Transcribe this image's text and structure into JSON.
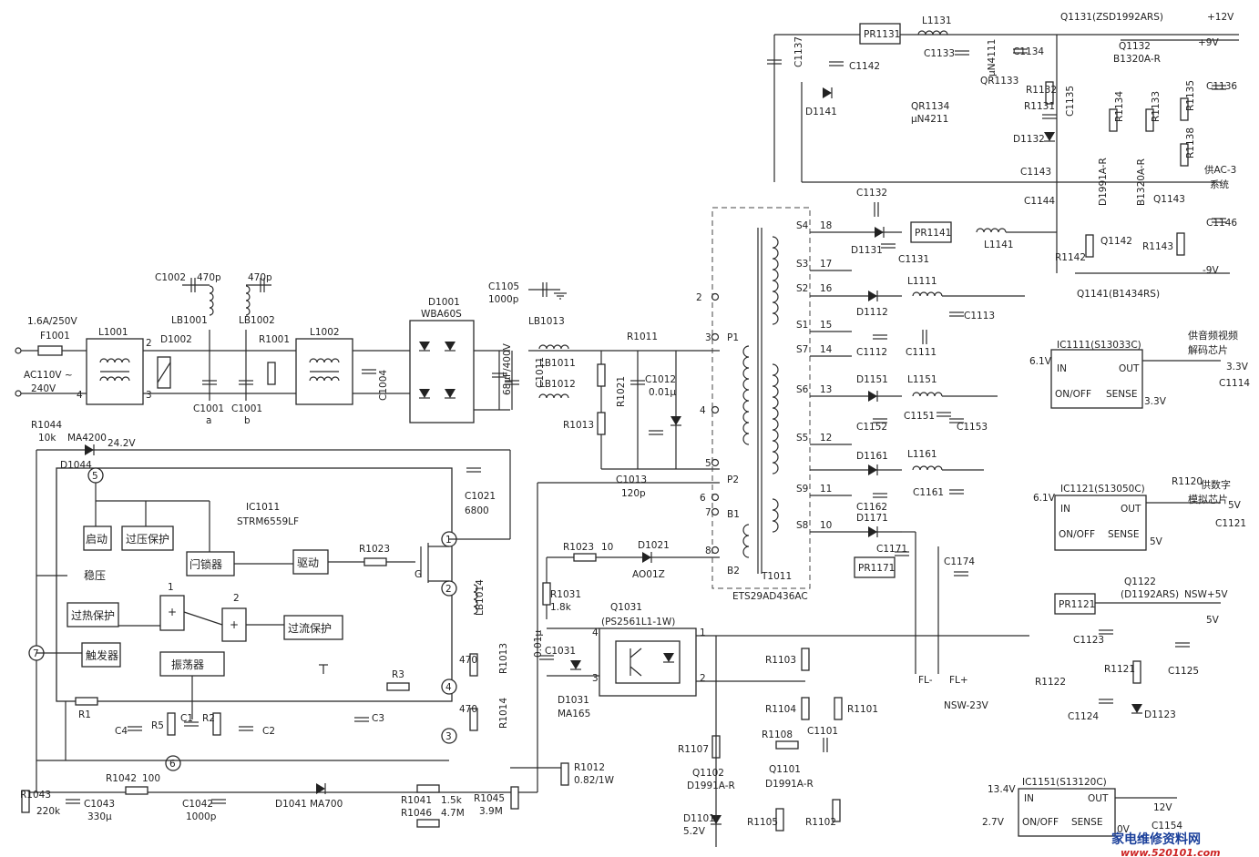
{
  "title": "",
  "watermark": {
    "brand": "家电维修资料网",
    "site": "www.520101.com"
  },
  "input": {
    "fuse": "1.6A/250V",
    "fuse_ref": "F1001",
    "ac": "AC110V ~",
    "ac2": "240V"
  },
  "ic_main": {
    "ref": "IC1011",
    "part": "STRM6559LF"
  },
  "ic_blocks": {
    "start": "启动",
    "ovp": "过压保护",
    "reg": "稳压",
    "latch": "闩锁器",
    "drive": "驱动",
    "otp": "过热保护",
    "trigger": "触发器",
    "osc": "振荡器",
    "ocp": "过流保护"
  },
  "pins": [
    "1",
    "2",
    "3",
    "4",
    "5",
    "6",
    "7"
  ],
  "transformer": {
    "ref": "T1011",
    "part": "ETS29AD436AC",
    "primary": [
      "P1",
      "P2",
      "B1",
      "B2"
    ],
    "secondary": [
      "S4",
      "S3",
      "S2",
      "S1",
      "S7",
      "S6",
      "S5",
      "S9",
      "S8"
    ],
    "pin_numbers": [
      "18",
      "17",
      "16",
      "15",
      "14",
      "13",
      "12",
      "11",
      "10",
      "3",
      "4",
      "5",
      "6",
      "7",
      "8",
      "2"
    ]
  },
  "regulators": [
    {
      "ref": "IC1111(S13033C)",
      "in": "IN",
      "out": "OUT",
      "onoff": "ON/OFF",
      "sense": "SENSE",
      "vin": "6.1V",
      "vout": "3.3V"
    },
    {
      "ref": "IC1121(S13050C)",
      "in": "IN",
      "out": "OUT",
      "onoff": "ON/OFF",
      "sense": "SENSE",
      "vin": "6.1V",
      "vout": "5V"
    },
    {
      "ref": "IC1151(S13120C)",
      "in": "IN",
      "out": "OUT",
      "onoff": "ON/OFF",
      "sense": "SENSE",
      "vin": "13.4V",
      "vctl": "2.7V",
      "vgnd": "0V",
      "vout": "12V"
    }
  ],
  "rails": [
    "+12V",
    "+9V",
    "-9V",
    "3.3V",
    "5V",
    "NSW+5V",
    "5V",
    "12V",
    "NSW-23V",
    "FL-",
    "FL+",
    "24.2V"
  ],
  "notes": {
    "supply_audio": "供音频视频",
    "supply_audio2": "解码芯片",
    "supply_ac3": "供AC-3",
    "supply_ac3b": "系统",
    "supply_dig": "供数字",
    "supply_dig2": "模拟芯片"
  },
  "components": {
    "c1002": "C1002",
    "c1002v": "470p",
    "c1001": "C1001",
    "c1001v": "470p",
    "lb1001": "LB1001",
    "lb1002": "LB1002",
    "d1002": "D1002",
    "r1001": "R1001",
    "l1001": "L1001",
    "l1002": "L1002",
    "c1004": "C1004",
    "d1001": "D1001",
    "d1001p": "WBA60S",
    "c1105": "C1105",
    "c1105v": "1000p",
    "lb1013": "LB1013",
    "lb1011": "LB1011",
    "lb1012": "LB1012",
    "c1011": "C1011",
    "cap": "68μF/400V",
    "r1011": "R1011",
    "r1021": "R1021",
    "c1012": "C1012",
    "c1012v": "0.01μ",
    "c1013": "C1013",
    "c1013v": "120p",
    "c1021": "C1021",
    "c1021v": "6800",
    "r1044": "R1044",
    "r1044v": "10k",
    "ma4200": "MA4200",
    "d1044": "D1044",
    "r1023": "R1023",
    "r1023b": "R1023",
    "r1023v": "10",
    "d1021": "D1021",
    "d1021p": "AO01Z",
    "r1031": "R1031",
    "r1031v": "1.8k",
    "q1031": "Q1031",
    "q1031p": "(PS2561L1-1W)",
    "c1031": "C1031",
    "c1031v": "0.01μ",
    "d1031": "D1031",
    "d1031p": "MA165",
    "lb1014": "LB1014",
    "r1013": "R1013",
    "r1014": "R1014",
    "v470a": "470",
    "v470b": "470",
    "r1012": "R1012",
    "r1012v": "0.82/1W",
    "r3": "R3",
    "r1": "R1",
    "r2": "R2",
    "r5": "R5",
    "c1": "C1",
    "c2": "C2",
    "c3": "C3",
    "c4": "C4",
    "r1043": "R1043",
    "r1043v": "220k",
    "c1043": "C1043",
    "c1043v": "330μ",
    "r1042": "R1042",
    "r1042v": "100",
    "c1042": "C1042",
    "c1042v": "1000p",
    "d1041": "D1041",
    "d1041p": "MA700",
    "r1041": "R1041",
    "r1041v": "1.5k",
    "r1046": "R1046",
    "r1046v": "4.7M",
    "r1045": "R1045",
    "r1045v": "3.9M",
    "r1103": "R1103",
    "r1104": "R1104",
    "r1101": "R1101",
    "r1108": "R1108",
    "c1101": "C1101",
    "q1101": "Q1101",
    "q1101p": "D1991A-R",
    "q1102": "Q1102",
    "q1102p": "D1991A-R",
    "r1107": "R1107",
    "d1101": "D1101",
    "d1101v": "5.2V",
    "r1105": "R1105",
    "r1102": "R1102",
    "c1137": "C1137",
    "c1142": "C1142",
    "pr1131": "PR1131",
    "l1131": "L1131",
    "c1133": "C1133",
    "q1131": "Q1131(ZSD1992ARS)",
    "q1132": "Q1132",
    "q1132p": "B1320A-R",
    "c1134": "C1134",
    "qr1133": "QR1133",
    "qr1133p": "μN4111",
    "qr1134": "QR1134",
    "qr1134p": "μN4211",
    "r1132": "R1132",
    "r1131": "R1131",
    "c1135": "C1135",
    "d1132": "D1132",
    "d1141": "D1141",
    "c1143": "C1143",
    "c1144": "C1144",
    "r1134": "R1134",
    "r1133": "R1133",
    "r1135": "R1135",
    "r1138": "R1138",
    "c1136": "C1136",
    "c1146": "C1146",
    "q1143": "Q1143",
    "q1142": "Q1142",
    "q1142p": "D1991A-R",
    "q1143p": "B1320A-R",
    "r1142": "R1142",
    "r1143": "R1143",
    "q1141": "Q1141(B1434RS)",
    "c1132": "C1132",
    "d1131": "D1131",
    "c1131": "C1131",
    "pr1141": "PR1141",
    "l1141": "L1141",
    "l1111": "L1111",
    "d1112": "D1112",
    "c1113": "C1113",
    "c1112": "C1112",
    "c1111": "C1111",
    "d1151": "D1151",
    "l1151": "L1151",
    "c1152": "C1152",
    "c1151": "C1151",
    "c1153": "C1153",
    "d1161": "D1161",
    "l1161": "L1161",
    "c1162": "C1162",
    "c1161": "C1161",
    "d1171": "D1171",
    "c1171": "C1171",
    "c1174": "C1174",
    "pr1171": "PR1171",
    "c1114": "C1114",
    "r1120": "R1120",
    "c1121": "C1121",
    "pr1121": "PR1121",
    "q1122": "Q1122",
    "q1122p": "(D1192ARS)",
    "c1123": "C1123",
    "c1125": "C1125",
    "r1122": "R1122",
    "r1121": "R1121",
    "c1124": "C1124",
    "d1123": "D1123",
    "c1154": "C1154",
    "node_a": "a",
    "node_b": "b",
    "g": "G",
    "pinlabel1": "1",
    "pinlabel2": "2"
  }
}
